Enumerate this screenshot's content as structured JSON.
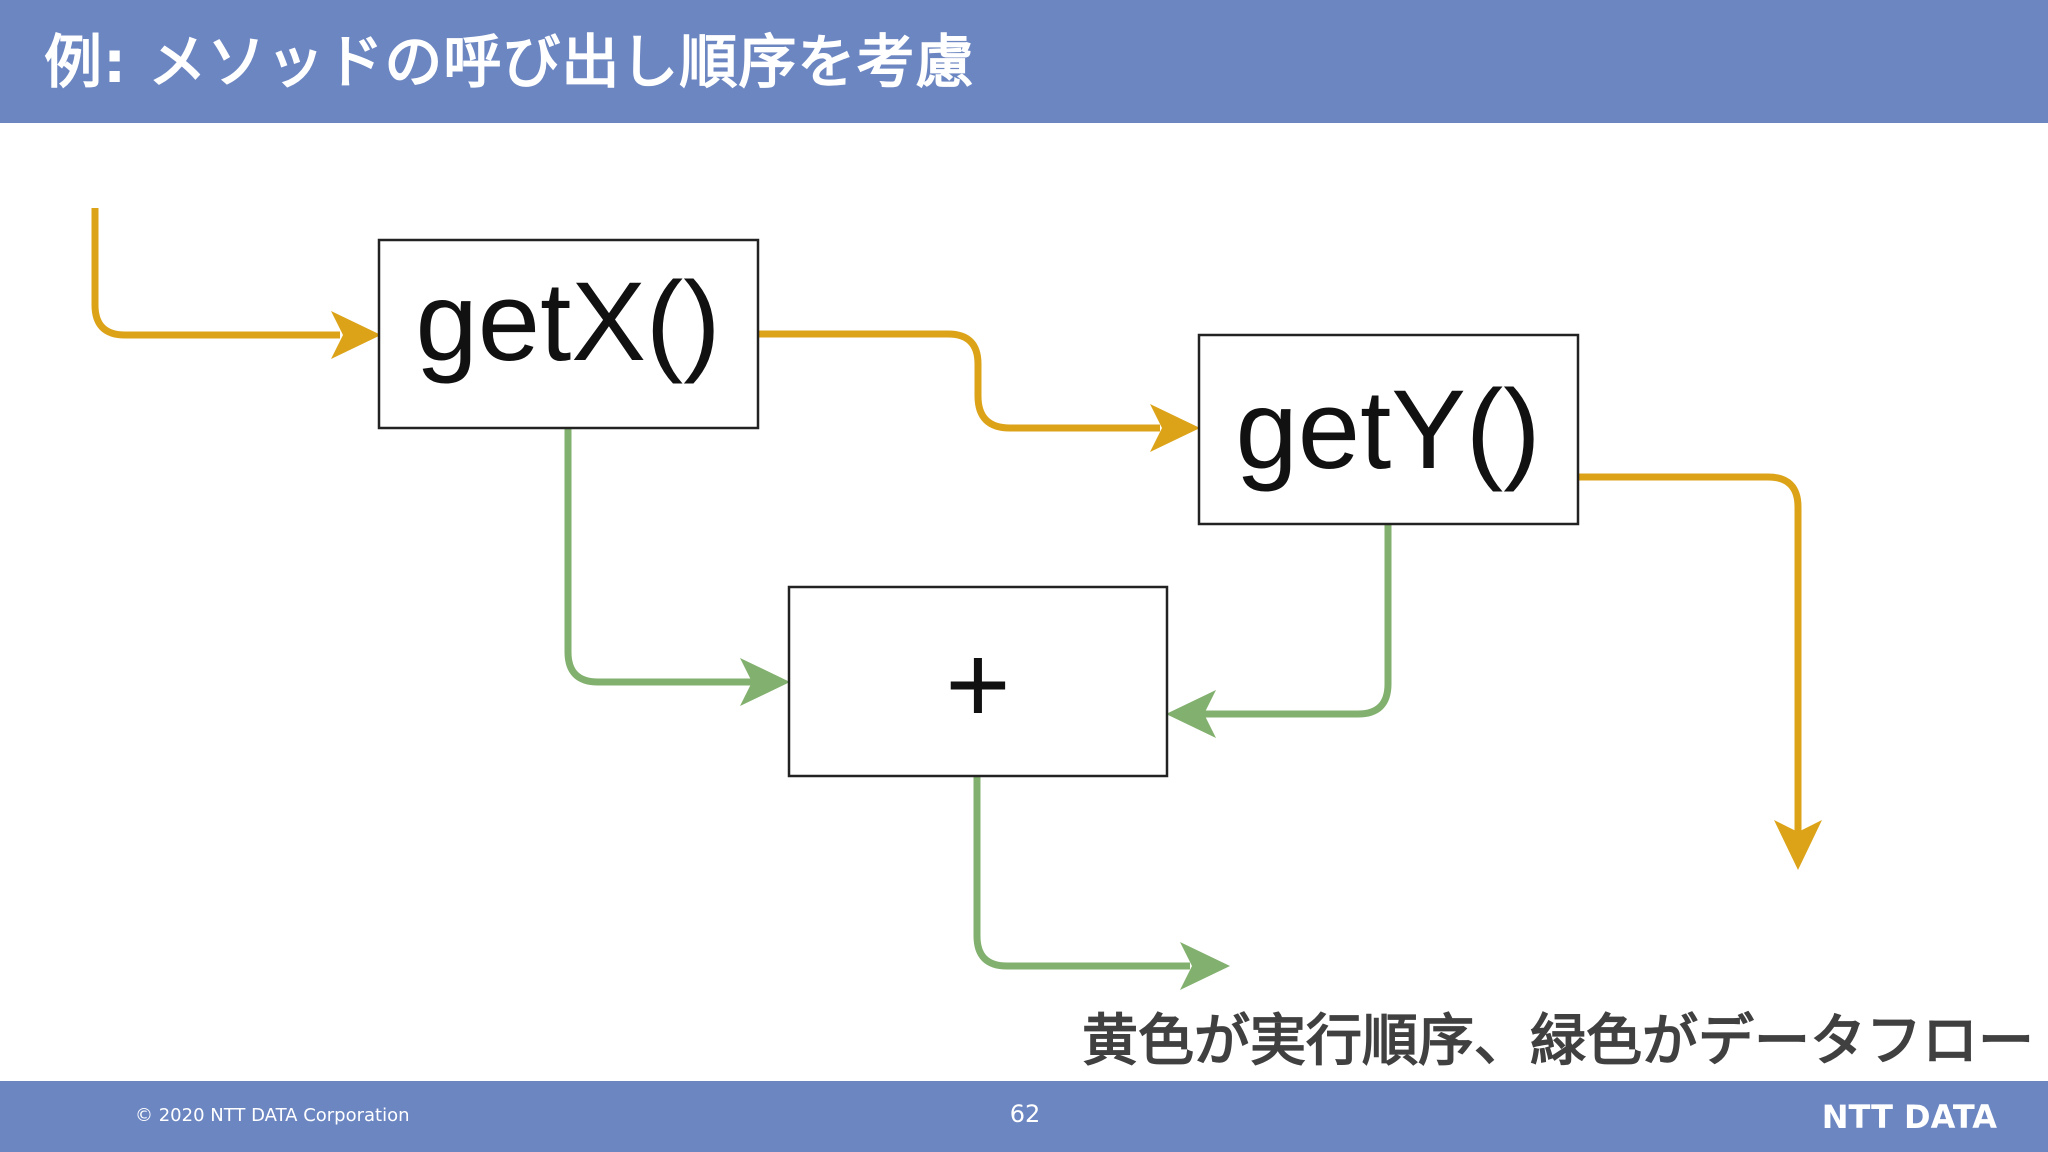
{
  "slide": {
    "title": "例: メソッドの呼び出し順序を考慮",
    "caption": "黄色が実行順序、緑色がデータフロー",
    "copyright": "© 2020 NTT DATA Corporation",
    "page_number": "62",
    "logo_text": "NTT DATA"
  },
  "diagram": {
    "nodes": {
      "getx": "getX()",
      "gety": "getY()",
      "plus": "+"
    }
  },
  "colors": {
    "header_footer": "#6c86c2",
    "execution_order": "#dca319",
    "data_flow": "#82b06e",
    "box_border": "#222222",
    "caption_text": "#404040"
  }
}
